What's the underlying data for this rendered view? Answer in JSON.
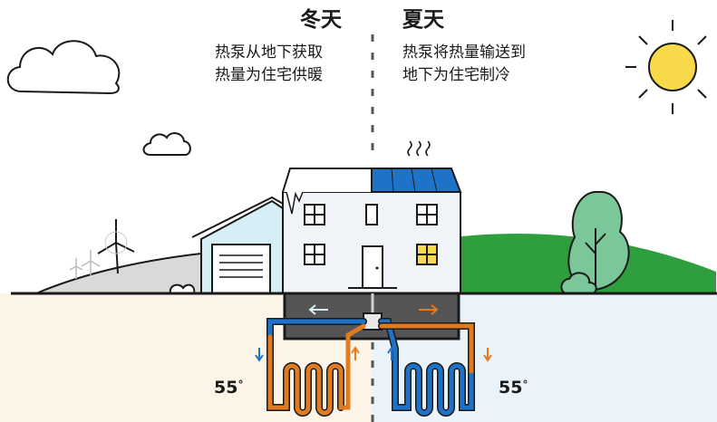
{
  "winter": {
    "title": "冬天",
    "desc_line1": "热泵从地下获取",
    "desc_line2": "热量为住宅供暖",
    "temp": "55",
    "pipe_color": "#e07b20"
  },
  "summer": {
    "title": "夏天",
    "desc_line1": "热泵将热量输送到",
    "desc_line2": "地下为住宅制冷",
    "temp": "55",
    "pipe_color": "#1e73c8"
  },
  "degree_symbol": "°",
  "colors": {
    "outline": "#1a1a1a",
    "sun": "#f7d94a",
    "solar_panel": "#1e73c8",
    "grass_right": "#2e9e3e",
    "tree": "#7cc79a",
    "lit_window": "#f7d94a",
    "ice": "#d6eef6",
    "ground_left": "#fdf4e8",
    "ground_right": "#eaf3fa"
  },
  "icons": [
    "cloud-icon",
    "sun-icon",
    "wind-turbine-icon",
    "tree-icon",
    "heat-waves-icon",
    "arrow-icon"
  ]
}
